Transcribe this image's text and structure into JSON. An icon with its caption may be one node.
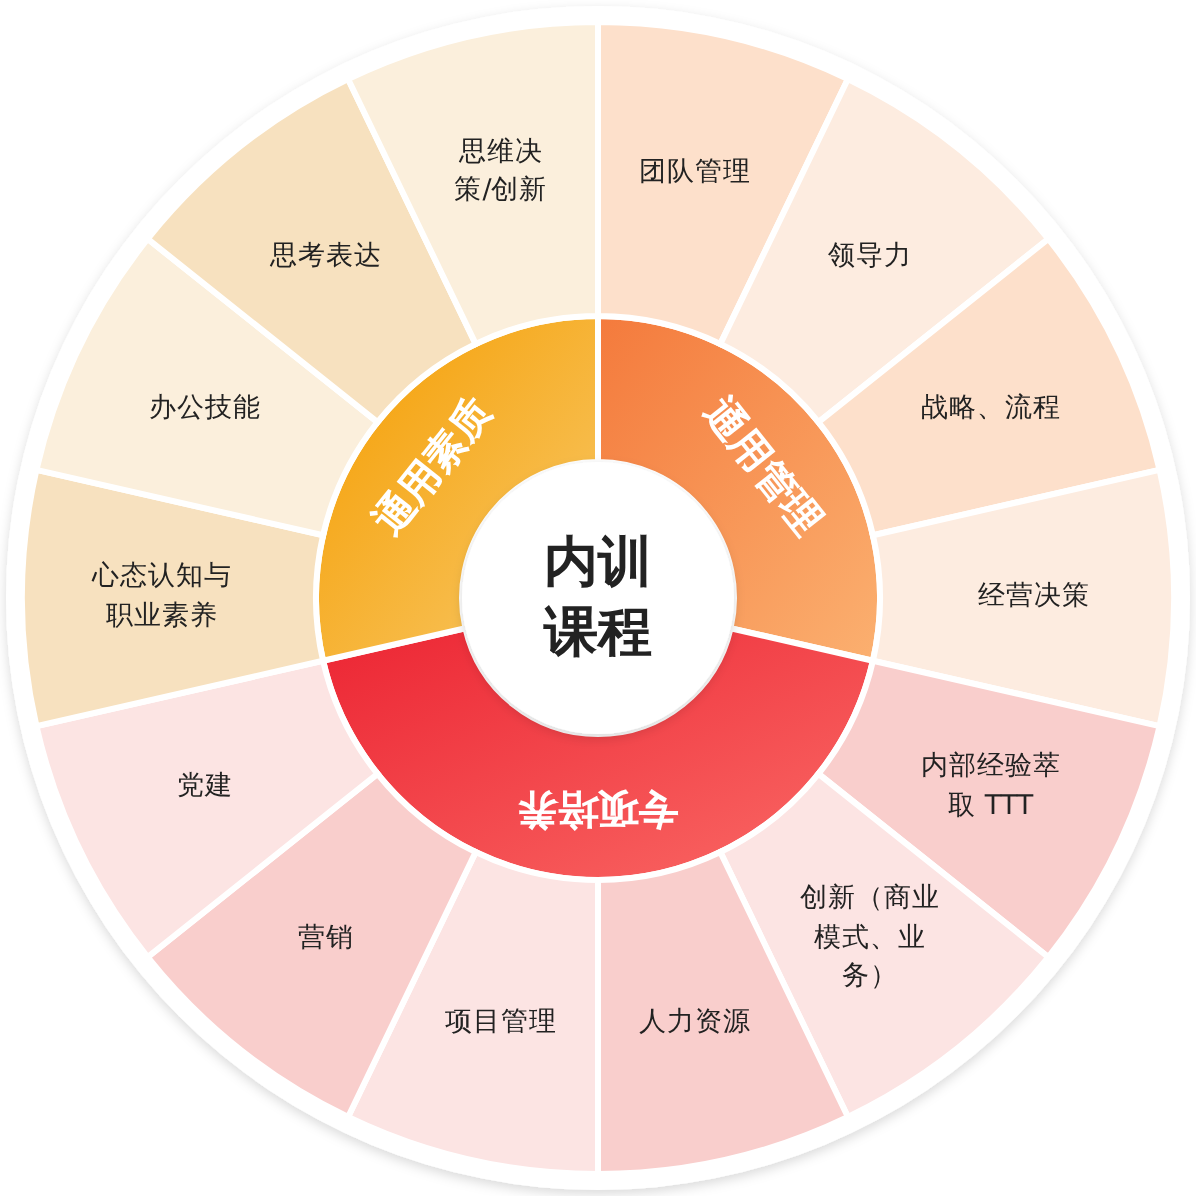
{
  "diagram": {
    "nodes": [
      {
        "text": [
          "内训课程"
        ]
      },
      {
        "text": [
          "通用管理"
        ]
      },
      {
        "text": [
          "专项培养"
        ]
      },
      {
        "text": [
          "通用素质"
        ]
      },
      {
        "text": [
          "团队管理"
        ]
      },
      {
        "text": [
          "领导力"
        ]
      },
      {
        "text": [
          "战略、流程"
        ]
      },
      {
        "text": [
          "经营决策"
        ]
      },
      {
        "text": [
          "内部经验萃取 TTT"
        ]
      },
      {
        "text": [
          "创新（商业模式、业务）"
        ]
      },
      {
        "text": [
          "人力资源"
        ]
      },
      {
        "text": [
          "项目管理"
        ]
      },
      {
        "text": [
          "营销"
        ]
      },
      {
        "text": [
          "党建"
        ]
      },
      {
        "text": [
          "心态认知与职业素养"
        ]
      },
      {
        "text": [
          "办公技能"
        ]
      },
      {
        "text": [
          "思考表达"
        ]
      },
      {
        "text": [
          "思维决策/创新"
        ]
      }
    ]
  }
}
